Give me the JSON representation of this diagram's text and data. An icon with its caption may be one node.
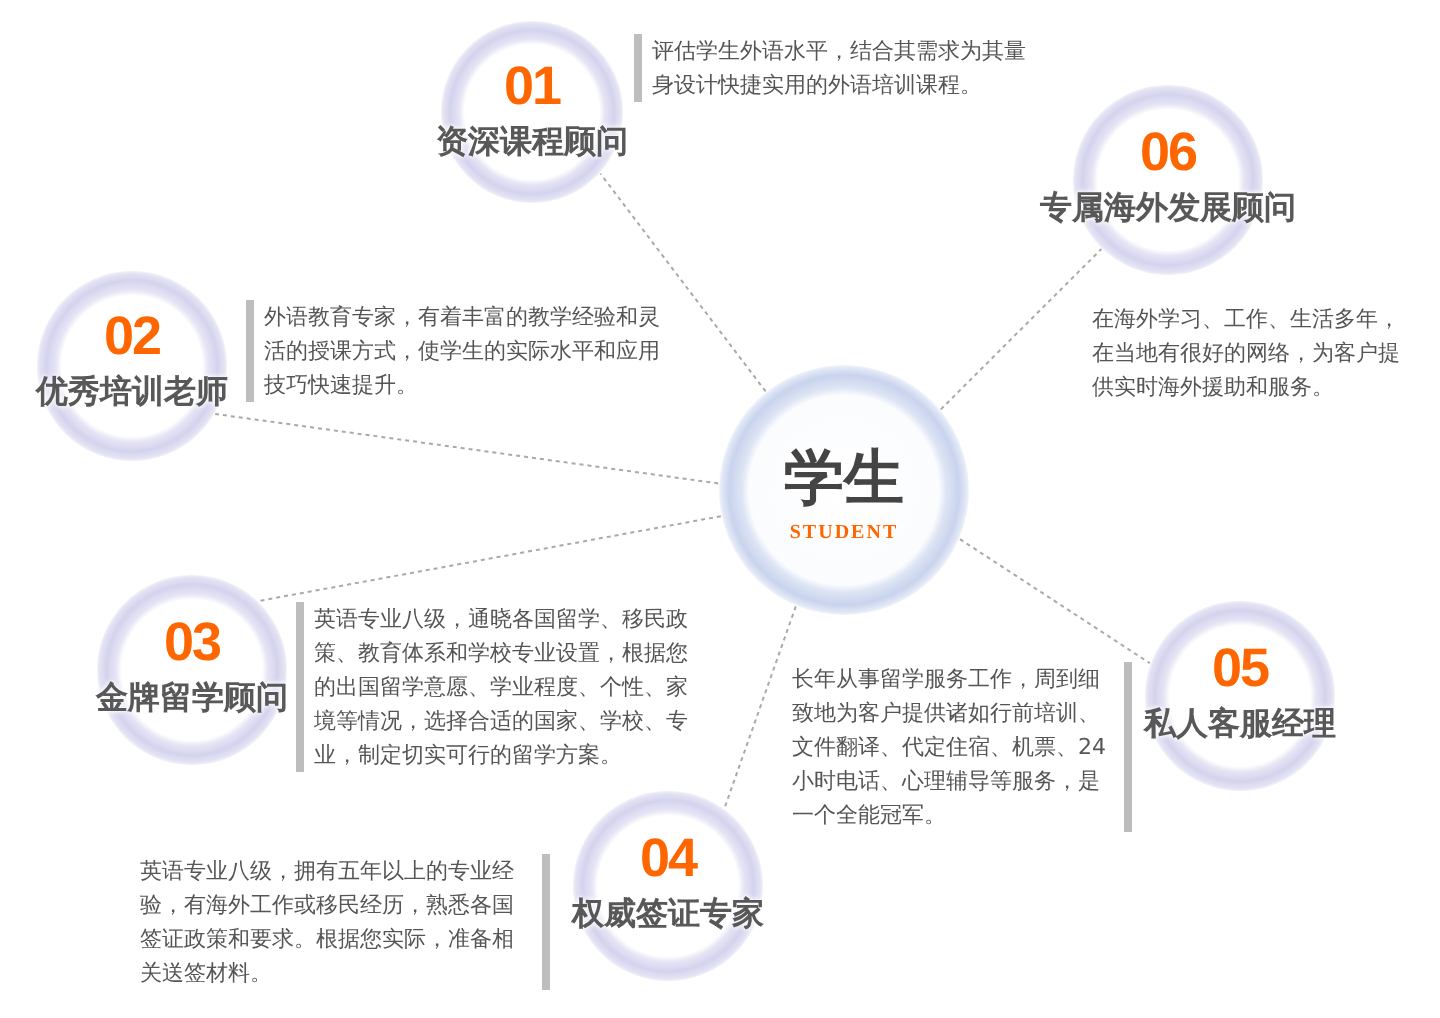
{
  "diagram": {
    "nodes": [
      {
        "text": [
          "01",
          "资深课程顾问"
        ],
        "beside": [
          "评估学生外语水平，结合其需求为其量身设计快捷实用的外语培训课程。"
        ]
      },
      {
        "text": [
          "06",
          "专属海外发展顾问"
        ],
        "beside": [
          "在海外学习、工作、生活多年，在当地有很好的网络，为客户提供实时海外援助和服务。"
        ]
      },
      {
        "text": [
          "02",
          "优秀培训老师"
        ],
        "beside": [
          "外语教育专家，有着丰富的教学经验和灵活的授课方式，使学生的实际水平和应用技巧快速提升。"
        ]
      },
      {
        "text": [
          "学生",
          "STUDENT"
        ]
      },
      {
        "text": [
          "03",
          "金牌留学顾问"
        ],
        "beside": [
          "英语专业八级，通晓各国留学、移民政策、教育体系和学校专业设置，根据您的出国留学意愿、学业程度、个性、家境等情况，选择合适的国家、学校、专业，制定切实可行的留学方案。"
        ]
      },
      {
        "text": [
          "05",
          "私人客服经理"
        ],
        "beside": [
          "长年从事留学服务工作，周到细致地为客户提供诸如行前培训、文件翻译、代定住宿、机票、24小时电话、心理辅导等服务，是一个全能冠军。"
        ]
      },
      {
        "text": [
          "04",
          "权威签证专家"
        ],
        "beside": [
          "英语专业八级，拥有五年以上的专业经验，有海外工作或移民经历，熟悉各国签证政策和要求。根据您实际，准备相关送签材料。"
        ]
      }
    ],
    "edges": [
      {
        "from": 3,
        "to": 0,
        "arrow": "none",
        "style": "dashed"
      },
      {
        "from": 3,
        "to": 1,
        "arrow": "none",
        "style": "dashed"
      },
      {
        "from": 3,
        "to": 2,
        "arrow": "none",
        "style": "dashed"
      },
      {
        "from": 3,
        "to": 4,
        "arrow": "none",
        "style": "dashed"
      },
      {
        "from": 3,
        "to": 5,
        "arrow": "none",
        "style": "dashed"
      },
      {
        "from": 3,
        "to": 6,
        "arrow": "none",
        "style": "dashed"
      }
    ]
  }
}
